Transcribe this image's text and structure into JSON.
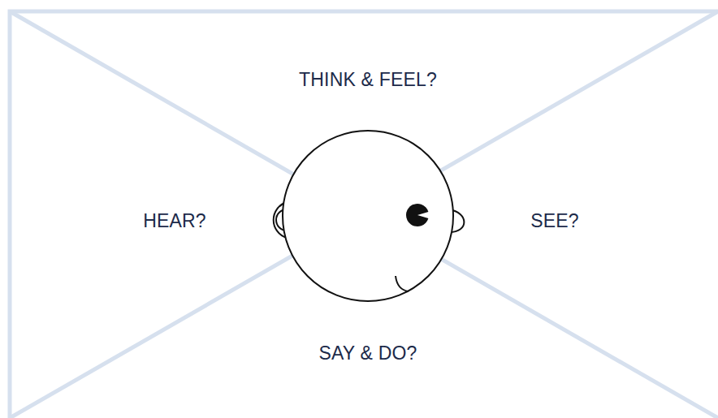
{
  "diagram": {
    "labels": [
      "THINK & FEEL?",
      "HEAR?",
      "SEE?",
      "SAY & DO?"
    ]
  }
}
